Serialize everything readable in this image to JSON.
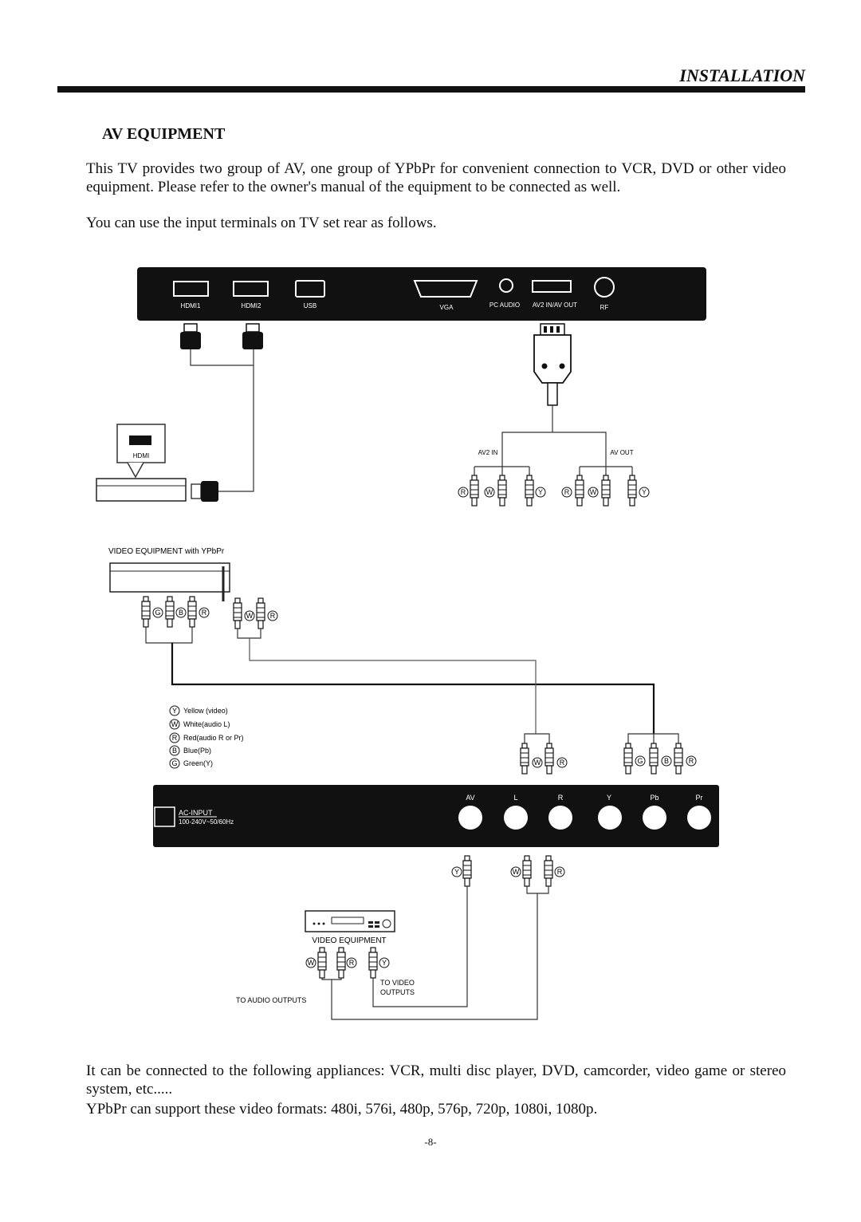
{
  "header": {
    "title": "INSTALLATION"
  },
  "section": {
    "title": "AV EQUIPMENT"
  },
  "text": {
    "intro": "This TV provides two group of AV, one group of YPbPr for convenient connection to VCR, DVD or other video equipment. Please refer to the owner's manual of the equipment to be connected as well.",
    "terminals": "You can use the input terminals on TV set rear as follows.",
    "appliances": "It can be connected to the following appliances: VCR, multi disc player, DVD, camcorder, video game or stereo system, etc.....",
    "formats": "YPbPr can support these video formats: 480i, 576i, 480p, 576p, 720p, 1080i, 1080p."
  },
  "top_panel": {
    "ports": [
      "HDMI1",
      "HDMI2",
      "USB",
      "VGA",
      "PC AUDIO",
      "AV2 IN/AV OUT",
      "RF"
    ]
  },
  "hdmi_device": {
    "label": "HDMI"
  },
  "av_split": {
    "in_label": "AV2 IN",
    "out_label": "AV OUT"
  },
  "ypbpr_device": {
    "label": "VIDEO EQUIPMENT with YPbPr"
  },
  "legend": [
    {
      "key": "Y",
      "text": "Yellow (video)"
    },
    {
      "key": "W",
      "text": "White(audio L)"
    },
    {
      "key": "R",
      "text": "Red(audio R or Pr)"
    },
    {
      "key": "B",
      "text": "Blue(Pb)"
    },
    {
      "key": "G",
      "text": "Green(Y)"
    }
  ],
  "bottom_panel": {
    "ac_title": "AC-INPUT",
    "ac_spec": "100-240V~50/60Hz",
    "jacks": [
      "AV",
      "L",
      "R",
      "Y",
      "Pb",
      "Pr"
    ]
  },
  "video_device": {
    "label": "VIDEO EQUIPMENT",
    "to_video": [
      "TO VIDEO",
      "OUTPUTS"
    ],
    "to_audio": "TO AUDIO OUTPUTS"
  },
  "footer": {
    "page": "-8-"
  }
}
